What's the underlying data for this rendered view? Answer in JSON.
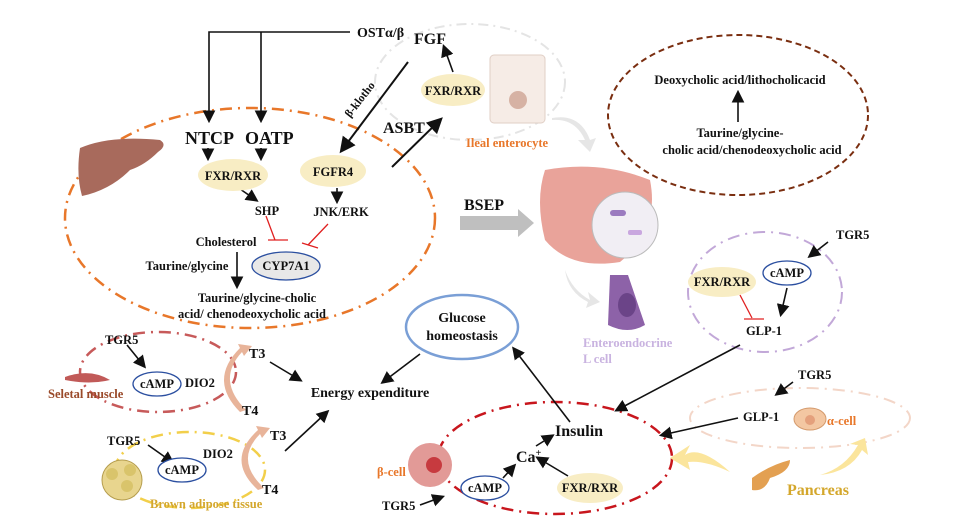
{
  "top": {
    "ost": "OSTα/β",
    "fgf": "FGF",
    "beta_klotho": "β-klotho",
    "asbt": "ASBT",
    "ileal_fxr": "FXR/RXR",
    "ileal_label": "Ileal enterocyte"
  },
  "liver": {
    "ntcp": "NTCP",
    "oatp": "OATP",
    "fxr": "FXR/RXR",
    "fgfr4": "FGFR4",
    "shp": "SHP",
    "jnk": "JNK/ERK",
    "cholesterol": "Cholesterol",
    "cyp7a1": "CYP7A1",
    "taurine": "Taurine/glycine",
    "product_1": "Taurine/glycine-cholic",
    "product_2": "acid/ chenodeoxycholic acid"
  },
  "bsep": "BSEP",
  "colon": {
    "line1": "Deoxycholic acid/lithocholicacid",
    "line2": "Taurine/glycine-",
    "line3": "cholic acid/chenodeoxycholic acid"
  },
  "lcell": {
    "label1": "Enteroendocrine",
    "label2": "L cell",
    "fxr": "FXR/RXR",
    "camp": "cAMP",
    "glp1": "GLP-1",
    "tgr5": "TGR5"
  },
  "glucose": {
    "line1": "Glucose",
    "line2": "homeostasis"
  },
  "muscle": {
    "tgr5": "TGR5",
    "camp": "cAMP",
    "dio2": "DIO2",
    "t3": "T3",
    "t4": "T4",
    "label": "Seletal muscle"
  },
  "energy": "Energy expenditure",
  "bat": {
    "tgr5": "TGR5",
    "camp": "cAMP",
    "dio2": "DIO2",
    "t3": "T3",
    "t4": "T4",
    "label": "Brown adipose tissue"
  },
  "beta": {
    "label": "β-cell",
    "tgr5": "TGR5",
    "camp": "cAMP",
    "ca": "Ca",
    "ca_sup": "+",
    "insulin": "Insulin",
    "fxr": "FXR/RXR"
  },
  "alpha": {
    "tgr5": "TGR5",
    "glp1": "GLP-1",
    "label": "α-cell"
  },
  "pancreas": "Pancreas",
  "colors": {
    "liver_ring": "#e8772a",
    "muscle_ring": "#c75a5a",
    "bat_ring": "#f2cf4a",
    "beta_ring": "#c8161d",
    "lcell_ring": "#c2a8d8",
    "colon_ring": "#7a2e10",
    "fxr_fill": "#f8edc4",
    "camp_ring": "#2b4fa0",
    "inhibit": "#e02020"
  }
}
